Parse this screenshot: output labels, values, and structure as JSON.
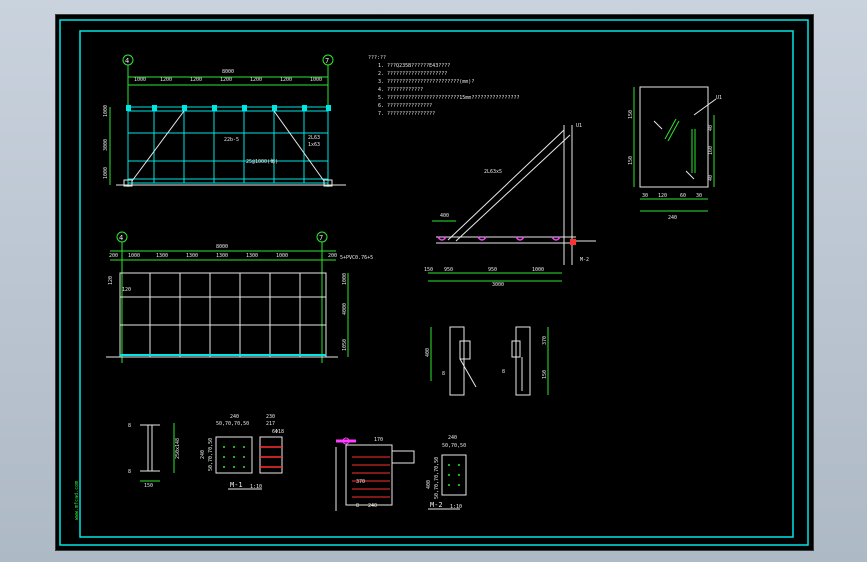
{
  "grid_labels": {
    "axis_4": "4",
    "axis_7": "7"
  },
  "elevation": {
    "top_dims": [
      "1000",
      "1200",
      "1200",
      "1200",
      "1200",
      "1200",
      "1000"
    ],
    "total_dim": "8000",
    "side_dims": [
      "1000",
      "3000",
      "1000"
    ],
    "tag_a": "22b-5",
    "tag_b": "2L63",
    "tag_b2": "1x63",
    "tag_c": "25@1000(每)"
  },
  "notes": {
    "title": "???:??",
    "lines": [
      "1. ???Q235B??????E43????",
      "2. ????????????????????",
      "3. ????????????????????????(mm)?",
      "4. ????????????",
      "5. ????????????????????????15mm????????????????",
      "6. ???????????????",
      "7. ????????????????"
    ]
  },
  "plan": {
    "top_dims": [
      "200",
      "1000",
      "1300",
      "1300",
      "1300",
      "1300",
      "1000",
      "200"
    ],
    "total_dim": "8000",
    "side_dims": [
      "1000",
      "4000",
      "1050"
    ],
    "spec": "5+PVC0.76+5",
    "left_dims": [
      "120",
      "120"
    ]
  },
  "brace_detail": {
    "tag_u1": "U1",
    "tag_m2": "M-2",
    "dim_400": "400",
    "label_2l": "2L63x5",
    "dims": [
      "150",
      "950",
      "950",
      "1000"
    ],
    "total": "3000"
  },
  "plate_u1": {
    "tag": "U1",
    "left_dims": [
      "150",
      "150"
    ],
    "right_dims": [
      "40",
      "160",
      "40"
    ],
    "bottom_dims": [
      "30",
      "120",
      "60",
      "30"
    ],
    "bottom_total": "240"
  },
  "node_left": {
    "dim": "400",
    "weld": "8"
  },
  "node_right": {
    "dims": [
      "370",
      "150"
    ],
    "weld": "8"
  },
  "section_i": {
    "dims": [
      "8",
      "8"
    ],
    "height": "250x148",
    "base": "150"
  },
  "m1": {
    "top_dims": [
      "240",
      "50,70,70,50"
    ],
    "top_dims2": [
      "230",
      "217"
    ],
    "side_dims": [
      "240",
      "50,70,70,50"
    ],
    "tag": "6Φ18",
    "title": "M-1",
    "scale": "1:10"
  },
  "m2_detail": {
    "dims": [
      "170",
      "240",
      "370"
    ],
    "weld": "8"
  },
  "m2": {
    "top_dims": [
      "240",
      "50,70,50"
    ],
    "side_dims": [
      "400",
      "50,70,70,70,50"
    ],
    "title": "M-2",
    "scale": "1:10"
  },
  "left_margin_text": "www.mfcad.com",
  "colors": {
    "frame": "#00e5e5",
    "lines": "#e8e8e8",
    "dims": "#2ee62e",
    "accent": "#ff3cff",
    "hatch": "#ff3030"
  }
}
